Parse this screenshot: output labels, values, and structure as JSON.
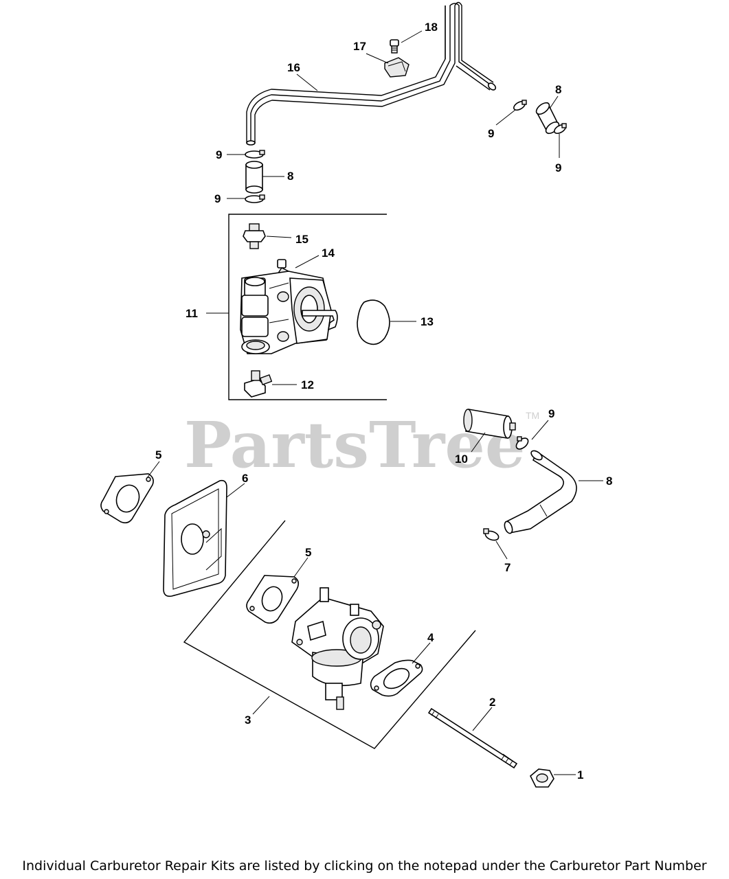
{
  "watermark": {
    "text": "PartsTree",
    "trademark": "TM"
  },
  "footer": "Individual Carburetor Repair Kits are listed by clicking on the notepad under the Carburetor Part Number",
  "callouts": [
    {
      "id": "c18",
      "label": "18"
    },
    {
      "id": "c17",
      "label": "17"
    },
    {
      "id": "c16",
      "label": "16"
    },
    {
      "id": "c8a",
      "label": "8"
    },
    {
      "id": "c9a",
      "label": "9"
    },
    {
      "id": "c9b",
      "label": "9"
    },
    {
      "id": "c9c",
      "label": "9"
    },
    {
      "id": "c8b",
      "label": "8"
    },
    {
      "id": "c9d",
      "label": "9"
    },
    {
      "id": "c15",
      "label": "15"
    },
    {
      "id": "c14",
      "label": "14"
    },
    {
      "id": "c11",
      "label": "11"
    },
    {
      "id": "c13",
      "label": "13"
    },
    {
      "id": "c12",
      "label": "12"
    },
    {
      "id": "c9e",
      "label": "9"
    },
    {
      "id": "c10",
      "label": "10"
    },
    {
      "id": "c8c",
      "label": "8"
    },
    {
      "id": "c5a",
      "label": "5"
    },
    {
      "id": "c6",
      "label": "6"
    },
    {
      "id": "c7",
      "label": "7"
    },
    {
      "id": "c5b",
      "label": "5"
    },
    {
      "id": "c4",
      "label": "4"
    },
    {
      "id": "c3",
      "label": "3"
    },
    {
      "id": "c2",
      "label": "2"
    },
    {
      "id": "c1",
      "label": "1"
    }
  ]
}
